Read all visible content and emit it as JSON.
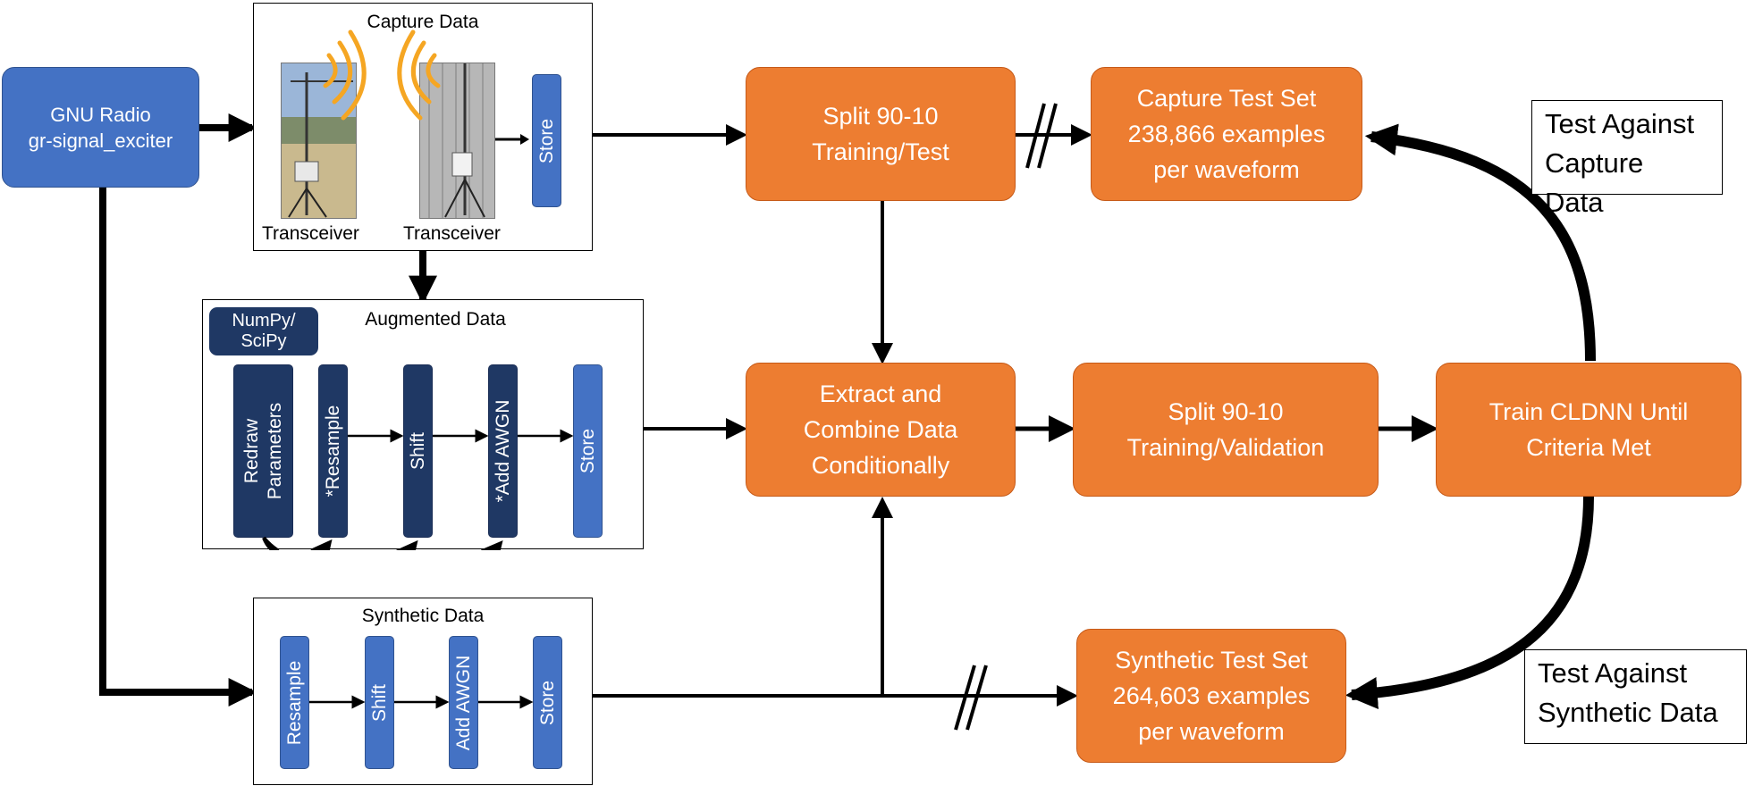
{
  "gnu_radio": "GNU Radio\ngr-signal_exciter",
  "capture": {
    "title": "Capture Data",
    "transceiver_1": "Transceiver",
    "transceiver_2": "Transceiver",
    "store": "Store"
  },
  "augmented": {
    "title": "Augmented Data",
    "library": "NumPy/\nSciPy",
    "redraw": "Redraw\nParameters",
    "resample": "*Resample",
    "shift": "Shift",
    "awgn": "*Add AWGN",
    "store": "Store"
  },
  "synthetic": {
    "title": "Synthetic Data",
    "resample": "Resample",
    "shift": "Shift",
    "awgn": "Add AWGN",
    "store": "Store"
  },
  "split_test": "Split 90-10\nTraining/Test",
  "capture_test_set": "Capture Test Set\n238,866 examples\nper waveform",
  "extract_combine": "Extract and\nCombine Data\nConditionally",
  "split_validation": "Split 90-10\nTraining/Validation",
  "train_cldnn": "Train CLDNN Until\nCriteria Met",
  "synthetic_test_set": "Synthetic Test Set\n264,603 examples\nper waveform",
  "test_capture": "Test Against\nCapture Data",
  "test_synthetic": "Test Against\nSynthetic Data",
  "colors": {
    "blue": "#4472c4",
    "dark_blue": "#1f3864",
    "orange": "#ed7d31",
    "signal_wave": "#f5a623"
  },
  "icons": [
    "signal-wave-icon",
    "transceiver-photo"
  ]
}
